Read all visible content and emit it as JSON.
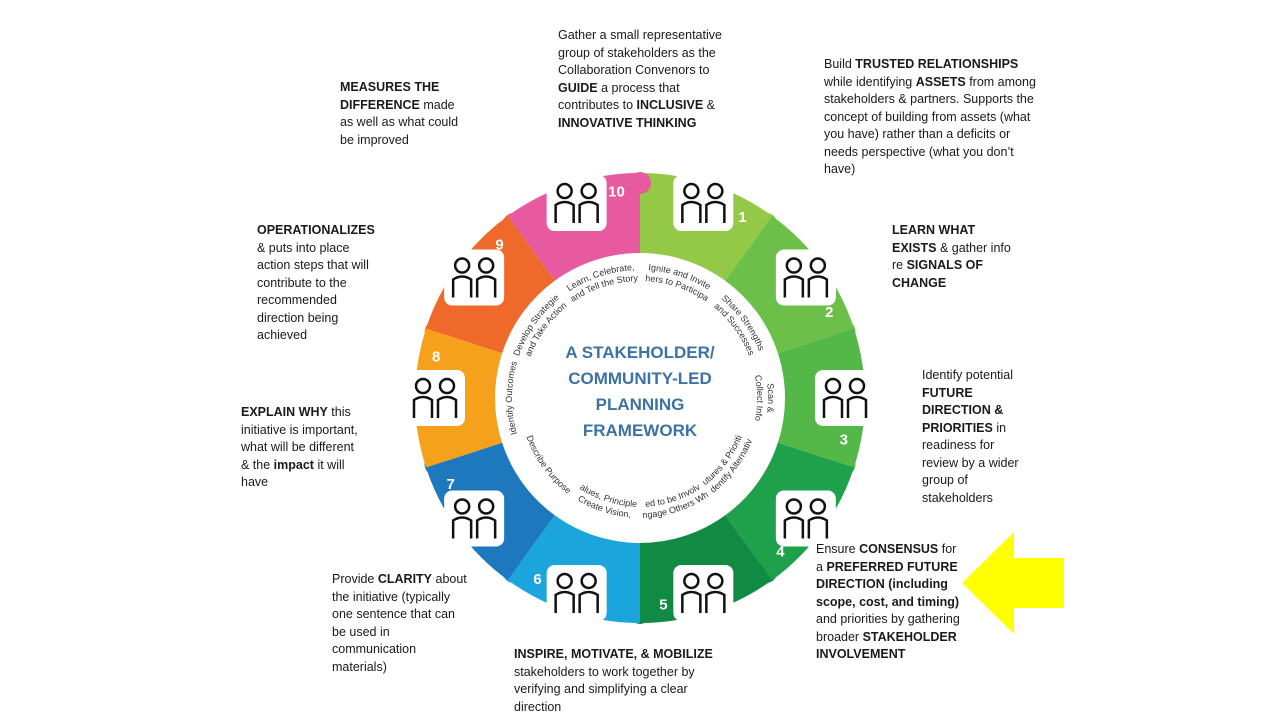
{
  "title": [
    "A STAKEHOLDER/",
    "COMMUNITY-LED",
    "PLANNING",
    "FRAMEWORK"
  ],
  "segments": [
    {
      "n": "1",
      "color": "#93c947",
      "label": [
        "Ignite and Invite",
        "Others to Participate"
      ],
      "icon": "people-with-torch-icon"
    },
    {
      "n": "2",
      "color": "#6cc04a",
      "label": [
        "Share Strengths",
        "and Successes"
      ],
      "icon": "people-lifting-weight-icon"
    },
    {
      "n": "3",
      "color": "#53b848",
      "label": [
        "Scan &",
        "Collect Info"
      ],
      "icon": "magnifying-glass-icon"
    },
    {
      "n": "4",
      "color": "#1fa04a",
      "label": [
        "Identify Alternative",
        "Futures & Priorities"
      ],
      "icon": "presentation-board-icon"
    },
    {
      "n": "5",
      "color": "#118a43",
      "label": [
        "Engage Others Who",
        "Need to be Involved"
      ],
      "icon": "people-raising-hands-icon"
    },
    {
      "n": "6",
      "color": "#1aa5dc",
      "label": [
        "Create Vision,",
        "Values, Principles"
      ],
      "icon": "thinking-person-checkmark-icon"
    },
    {
      "n": "7",
      "color": "#1d78be",
      "label": [
        "Describe Purpose"
      ],
      "icon": "people-with-megaphone-icon"
    },
    {
      "n": "8",
      "color": "#f6a11c",
      "label": [
        "Identify Outcomes"
      ],
      "icon": "question-mark-person-icon"
    },
    {
      "n": "9",
      "color": "#ef6a2a",
      "label": [
        "Develop Strategies",
        "and Take Action"
      ],
      "icon": "people-with-arrow-icon"
    },
    {
      "n": "10",
      "color": "#e85aa0",
      "label": [
        "Learn, Celebrate,",
        "and Tell the Story"
      ],
      "icon": "people-with-book-icon"
    }
  ],
  "notes": {
    "n1": [
      {
        "t": "Gather a small representative group of stakeholders as the Collaboration Convenors to "
      },
      {
        "t": "GUIDE",
        "b": true
      },
      {
        "t": " a process that contributes to "
      },
      {
        "t": "INCLUSIVE",
        "b": true
      },
      {
        "t": " & "
      },
      {
        "t": "INNOVATIVE THINKING",
        "b": true
      }
    ],
    "n2": [
      {
        "t": "Build "
      },
      {
        "t": "TRUSTED RELATIONSHIPS",
        "b": true
      },
      {
        "t": " while identifying "
      },
      {
        "t": "ASSETS",
        "b": true
      },
      {
        "t": " from among stakeholders & partners. Supports the concept of building from assets (what you have) rather than a deficits or needs perspective (what you don’t have)"
      }
    ],
    "n3": [
      {
        "t": "LEARN WHAT EXISTS",
        "b": true
      },
      {
        "t": " & gather info re "
      },
      {
        "t": "SIGNALS OF CHANGE",
        "b": true
      }
    ],
    "n4": [
      {
        "t": "Identify potential "
      },
      {
        "t": "FUTURE DIRECTION & PRIORITIES",
        "b": true
      },
      {
        "t": " in readiness for review by a wider group of stakeholders"
      }
    ],
    "n5": [
      {
        "t": "Ensure "
      },
      {
        "t": "CONSENSUS",
        "b": true
      },
      {
        "t": " for a "
      },
      {
        "t": "PREFERRED FUTURE DIRECTION (including scope, cost, and timing)",
        "b": true
      },
      {
        "t": " and priorities by gathering broader "
      },
      {
        "t": "STAKEHOLDER INVOLVEMENT",
        "b": true
      }
    ],
    "n6": [
      {
        "t": "INSPIRE, MOTIVATE, & MOBILIZE",
        "b": true
      },
      {
        "t": " stakeholders to work together by verifying and simplifying a clear direction"
      }
    ],
    "n7": [
      {
        "t": "Provide "
      },
      {
        "t": "CLARITY",
        "b": true
      },
      {
        "t": " about the initiative (typically one sentence that can be used in communication materials)"
      }
    ],
    "n8": [
      {
        "t": "EXPLAIN WHY",
        "b": true
      },
      {
        "t": " this initiative is important, what will be different & the "
      },
      {
        "t": "impact",
        "b": true
      },
      {
        "t": " it will have"
      }
    ],
    "n9": [
      {
        "t": "OPERATIONALIZES",
        "b": true
      },
      {
        "t": " & puts into place action steps that will contribute to the recommended direction being achieved"
      }
    ],
    "n10": [
      {
        "t": "MEASURES THE DIFFERENCE",
        "b": true
      },
      {
        "t": " made as well as what could be improved"
      }
    ]
  },
  "highlight_arrow": {
    "color": "#ffff00",
    "icon": "yellow-arrow-left-icon"
  }
}
